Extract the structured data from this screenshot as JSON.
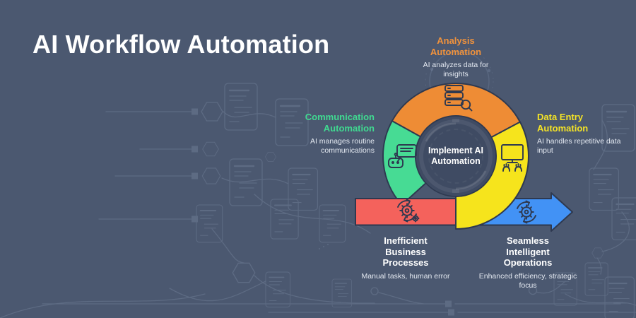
{
  "header": {
    "title": "AI Workflow Automation"
  },
  "center": {
    "label": "Implement AI Automation"
  },
  "segments": [
    {
      "name": "Analysis Automation",
      "description": "AI analyzes data for insights",
      "color": "#EE8C35",
      "title_color": "#F0923C",
      "icon": "database-search-icon"
    },
    {
      "name": "Communication Automation",
      "description": "AI manages routine communications",
      "color": "#47DB94",
      "title_color": "#40DA91",
      "icon": "chatbot-message-icon"
    },
    {
      "name": "Data Entry Automation",
      "description": "AI handles repetitive data input",
      "color": "#F6E41C",
      "title_color": "#F4E326",
      "icon": "monitor-typing-icon"
    }
  ],
  "flow_stages": [
    {
      "name": "Inefficient Business Processes",
      "description": "Manual tasks, human error",
      "color": "#F4625C",
      "icon": "gears-cycle-icon"
    },
    {
      "name": "Seamless Intelligent Operations",
      "description": "Enhanced efficiency, strategic focus",
      "color": "#4292F5",
      "icon": "gear-refresh-icon"
    }
  ],
  "colors": {
    "background": "#4B5870",
    "center_circle": "#3F4B63",
    "outline": "#2E3950",
    "pattern": "#B8C8E0",
    "text_primary": "#FFFFFF",
    "text_secondary": "#E4E9F1"
  }
}
